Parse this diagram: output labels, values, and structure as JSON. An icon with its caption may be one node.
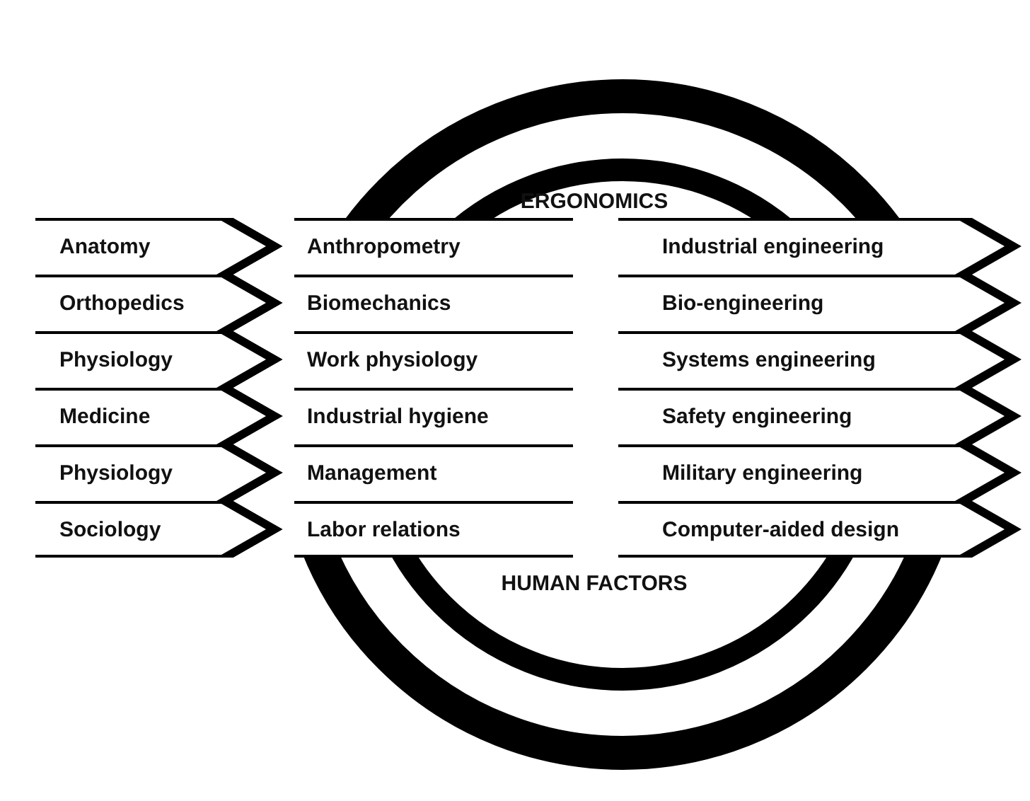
{
  "diagram": {
    "nodes": [
      {
        "text": [
          "Anatomy"
        ]
      },
      {
        "text": [
          "Anthropometry"
        ]
      },
      {
        "text": [
          "Industrial engineering"
        ]
      },
      {
        "text": [
          "Orthopedics"
        ]
      },
      {
        "text": [
          "Biomechanics"
        ]
      },
      {
        "text": [
          "Bio-engineering"
        ]
      },
      {
        "text": [
          "Physiology"
        ]
      },
      {
        "text": [
          "Work physiology"
        ]
      },
      {
        "text": [
          "Systems engineering"
        ]
      },
      {
        "text": [
          "Medicine"
        ]
      },
      {
        "text": [
          "Industrial hygiene"
        ]
      },
      {
        "text": [
          "Safety engineering"
        ]
      },
      {
        "text": [
          "Physiology"
        ]
      },
      {
        "text": [
          "Management"
        ]
      },
      {
        "text": [
          "Military engineering"
        ]
      },
      {
        "text": [
          "Sociology"
        ]
      },
      {
        "text": [
          "Labor relations"
        ]
      },
      {
        "text": [
          "Computer-aided design"
        ]
      }
    ],
    "labels": [
      "ERGONOMICS",
      "HUMAN FACTORS"
    ]
  }
}
